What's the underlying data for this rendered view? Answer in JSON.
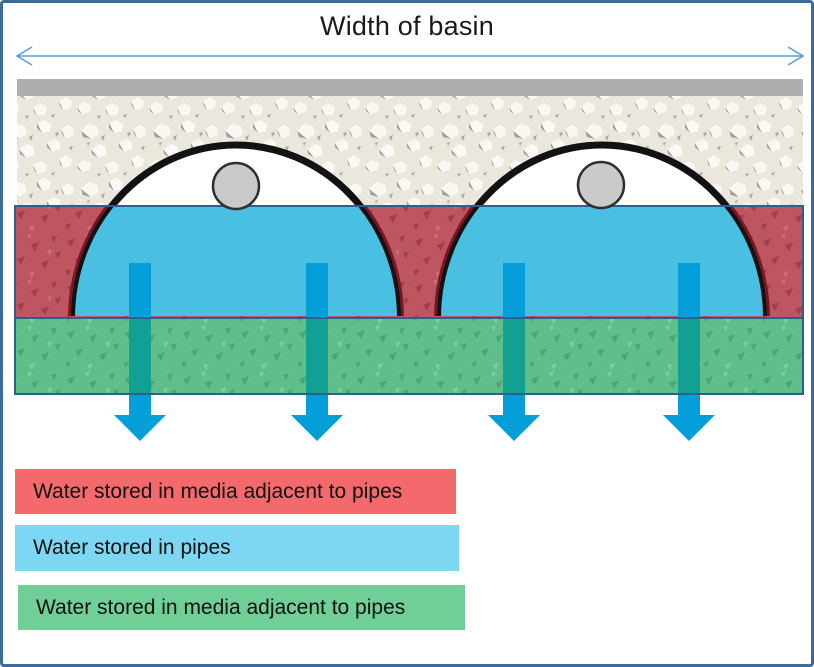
{
  "title": "Width of basin",
  "colors": {
    "border": "#3A6B9B",
    "band_stroke": "#2D5F8D",
    "width_arrow": "#5B9BD5",
    "gray_bar": "#AFAEAE",
    "gravel_base": "#EBE7DD",
    "red_base": "#BE5661",
    "green_base": "#5FBE8A",
    "water": "#49C0E1",
    "arch_fill_top": "#FFFFFF",
    "arch_outline": "#121212",
    "arch_outline_under": "#7A1525",
    "inspection_port_fill": "#CACACA",
    "inspection_port_stroke": "#2F2F2F",
    "arrow": "#049ED8",
    "arrow_over_green": "#12A093"
  },
  "legend": [
    {
      "label": "Water stored in media adjacent to pipes",
      "color": "#F4696C"
    },
    {
      "label": "Water stored in pipes",
      "color": "#7CD7F3"
    },
    {
      "label": "Water stored in media adjacent to pipes",
      "color": "#70CE97"
    }
  ]
}
